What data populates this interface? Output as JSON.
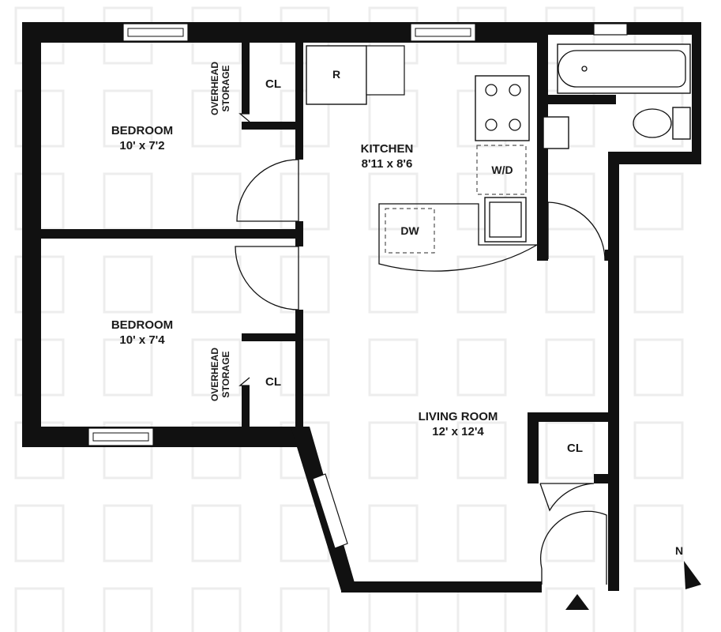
{
  "rooms": {
    "bedroom1": {
      "name": "BEDROOM",
      "dims": "10' x 7'2"
    },
    "bedroom2": {
      "name": "BEDROOM",
      "dims": "10' x 7'4"
    },
    "kitchen": {
      "name": "KITCHEN",
      "dims": "8'11 x 8'6"
    },
    "living": {
      "name": "LIVING ROOM",
      "dims": "12' x 12'4"
    }
  },
  "closets": {
    "label": "CL"
  },
  "storage": {
    "line1": "OVERHEAD",
    "line2": "STORAGE"
  },
  "appliances": {
    "refrigerator": "R",
    "washer_dryer": "W/D",
    "dishwasher": "DW"
  },
  "compass": {
    "label": "N"
  },
  "colors": {
    "wall": "#111111",
    "background": "#ffffff",
    "watermark": "#ededed"
  }
}
